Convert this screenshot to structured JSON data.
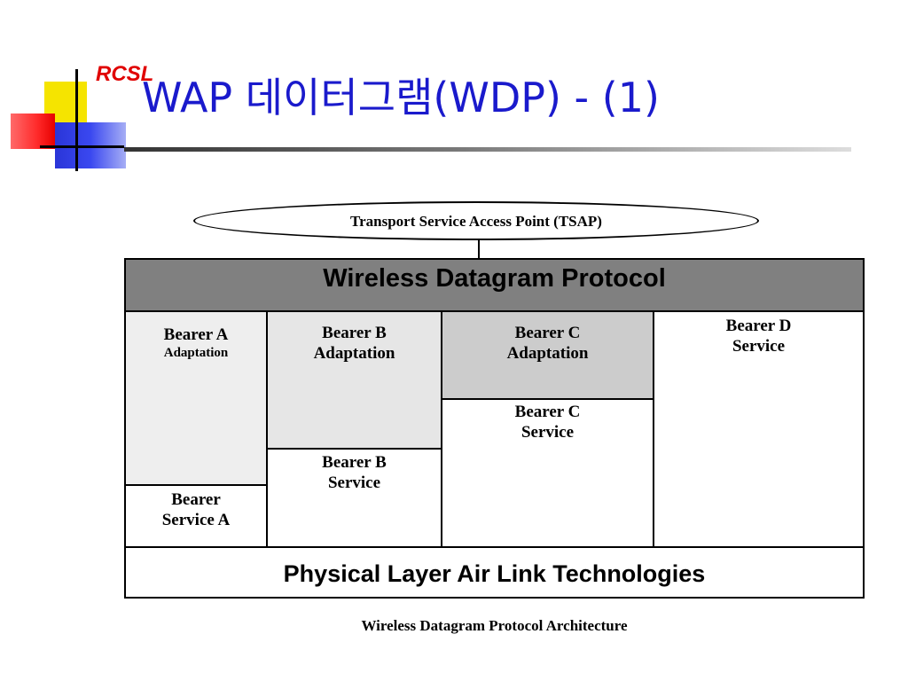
{
  "slide": {
    "logo_text": "RCSL",
    "title": "WAP 데이터그램(WDP) - (1)"
  },
  "diagram": {
    "tsap_label": "Transport Service Access Point (TSAP)",
    "wdp_label": "Wireless Datagram Protocol",
    "bearer_a_adaptation_line1": "Bearer A",
    "bearer_a_adaptation_line2": "Adaptation",
    "bearer_a_service_line1": "Bearer",
    "bearer_a_service_line2": "Service A",
    "bearer_b_adaptation_line1": "Bearer B",
    "bearer_b_adaptation_line2": "Adaptation",
    "bearer_b_service_line1": "Bearer B",
    "bearer_b_service_line2": "Service",
    "bearer_c_adaptation_line1": "Bearer C",
    "bearer_c_adaptation_line2": "Adaptation",
    "bearer_c_service_line1": "Bearer C",
    "bearer_c_service_line2": "Service",
    "bearer_d_service_line1": "Bearer D",
    "bearer_d_service_line2": "Service",
    "physical_label": "Physical Layer Air Link Technologies",
    "caption": "Wireless Datagram Protocol Architecture"
  },
  "colors": {
    "title": "#1a1acc",
    "logo_text": "#e00000",
    "wdp_fill": "#808080",
    "light_fill": "#eeeeee",
    "mid_fill": "#cccccc"
  }
}
